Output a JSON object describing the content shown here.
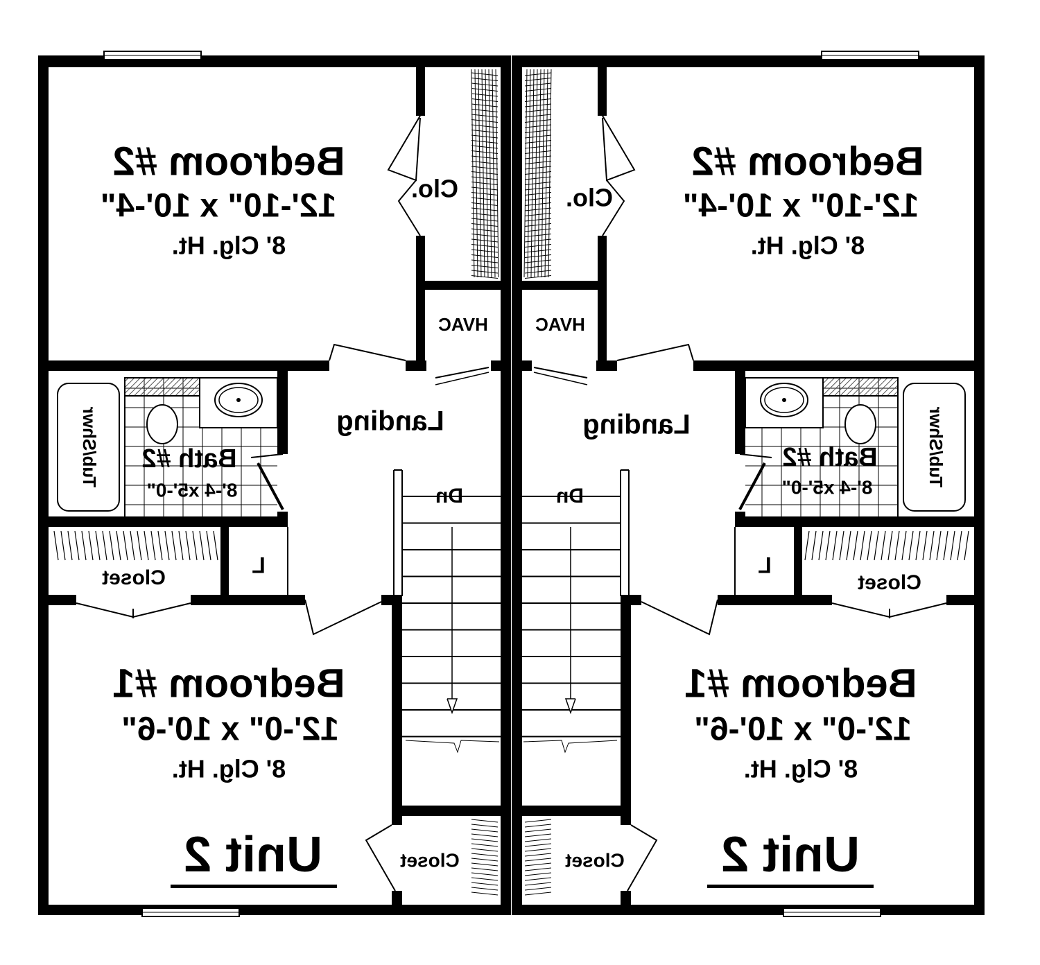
{
  "plan": {
    "units": [
      {
        "side": "left",
        "unit_label": "Unit 2",
        "bedroom2": {
          "name": "Bedroom #2",
          "size": "12'-10\" x 10'-4\"",
          "ceiling": "8' Clg. Ht."
        },
        "bedroom1": {
          "name": "Bedroom #1",
          "size": "12'-0\" x 10'-6\"",
          "ceiling": "8' Clg. Ht."
        },
        "closet_small": "Clo.",
        "hvac": "HVAC",
        "landing": "Landing",
        "bath": {
          "name": "Bath #2",
          "size": "8'-4 x5'-0\"",
          "tub": "Tub/Shwr"
        },
        "closet": "Closet",
        "linen": "L",
        "stair": "Dn",
        "stair_closet": "Closet"
      },
      {
        "side": "right",
        "unit_label": "Unit 2",
        "bedroom2": {
          "name": "Bedroom #2",
          "size": "12'-10\" x 10'-4\"",
          "ceiling": "8' Clg. Ht."
        },
        "bedroom1": {
          "name": "Bedroom #1",
          "size": "12'-0\" x 10'-6\"",
          "ceiling": "8' Clg. Ht."
        },
        "closet_small": "Clo.",
        "hvac": "HVAC",
        "landing": "Landing",
        "bath": {
          "name": "Bath #2",
          "size": "8'-4 x5'-0\"",
          "tub": "Tub/Shwr"
        },
        "closet": "Closet",
        "linen": "L",
        "stair": "Dn",
        "stair_closet": "Closet"
      }
    ],
    "colors": {
      "wall": "#000000",
      "background": "#ffffff",
      "hatch": "#555555"
    }
  }
}
